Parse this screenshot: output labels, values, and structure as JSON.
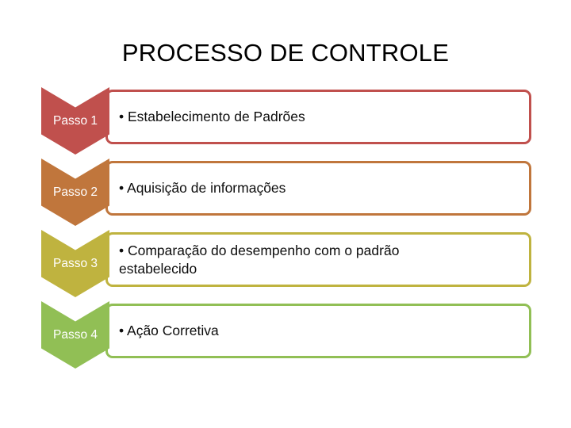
{
  "slide": {
    "title": "PROCESSO DE CONTROLE",
    "background_color": "#FFFFFF"
  },
  "diagram": {
    "type": "vertical-chevron-list",
    "steps": [
      {
        "label": "Passo 1",
        "text": "• Estabelecimento de Padrões",
        "color": "#C0504D"
      },
      {
        "label": "Passo 2",
        "text": "• Aquisição de informações",
        "color": "#C0763C"
      },
      {
        "label": "Passo 3",
        "text": "• Comparação do desempenho com o padrão\nestabelecido",
        "color": "#BFB33F"
      },
      {
        "label": "Passo 4",
        "text": "• Ação Corretiva",
        "color": "#91BF55"
      }
    ]
  }
}
